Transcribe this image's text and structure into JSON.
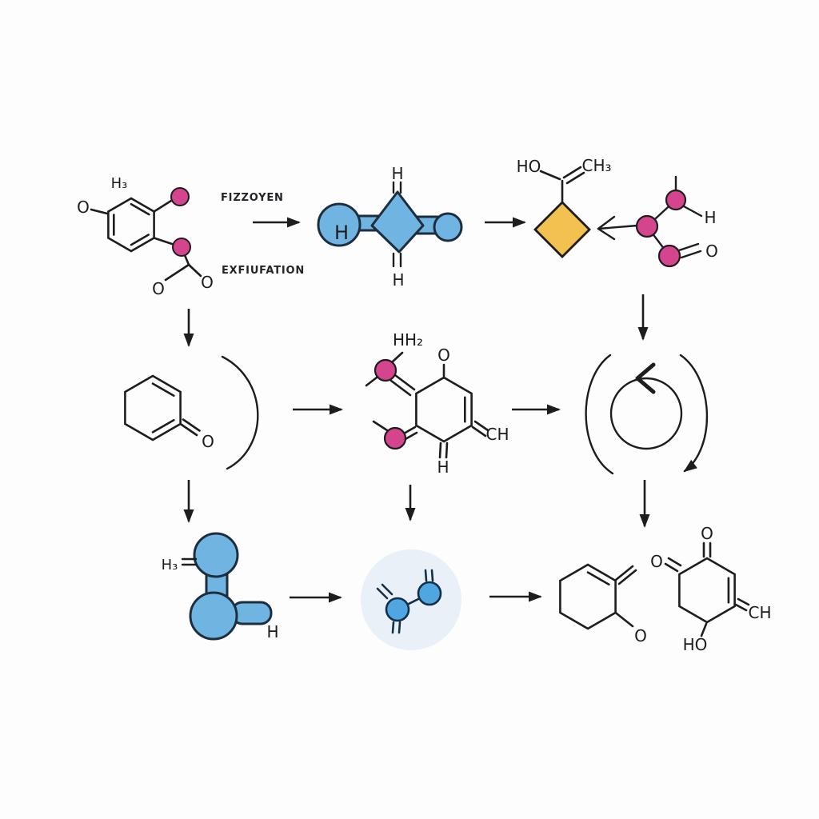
{
  "diagram": {
    "type": "chemical-reaction-scheme",
    "colors": {
      "line": "#1d1d1f",
      "blue_fill": "#70b4e2",
      "blue_small_fill": "#4fa6e0",
      "pale_blue_fill": "#e9f0f8",
      "pink_fill": "#d5458e",
      "yellow_fill": "#f3c14f",
      "background": "#fdfdfd"
    },
    "row1": {
      "reactant": {
        "h3": "H₃",
        "o_left": "O",
        "o_ester_left": "O",
        "o_ester_right": "O"
      },
      "step_labels": {
        "line1": "FIZZOYEN",
        "line2": "EXFIUFATION"
      },
      "blue_molecule": {
        "h_inside": "H",
        "h_top": "H",
        "h_bottom": "H"
      },
      "enol": {
        "ho": "HO",
        "ch3": "CH₃"
      },
      "pink_fragment": {
        "h": "H",
        "o": "O"
      }
    },
    "row2": {
      "enone": {
        "o": "O"
      },
      "diene": {
        "hh2": "HH₂",
        "o": "O",
        "ch": "CH",
        "h": "H"
      }
    },
    "row3": {
      "blue_blob": {
        "h3": "H₃",
        "h": "H"
      },
      "product_a": {
        "o": "O"
      },
      "product_b": {
        "o_top": "O",
        "o_side": "O",
        "ch": "CH",
        "ho": "HO"
      }
    }
  }
}
